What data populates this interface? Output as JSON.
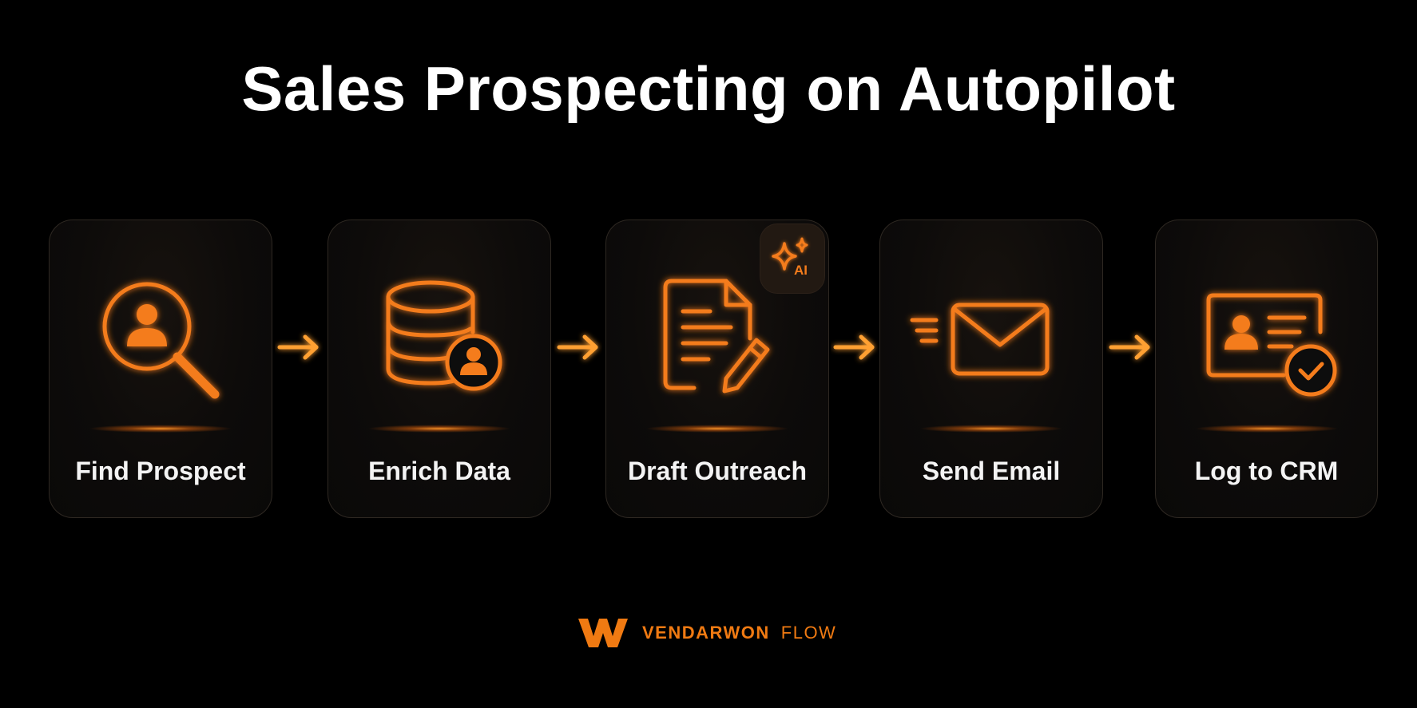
{
  "title": "Sales Prospecting on Autopilot",
  "steps": [
    {
      "label": "Find Prospect",
      "icon": "person-search-icon"
    },
    {
      "label": "Enrich Data",
      "icon": "database-user-icon"
    },
    {
      "label": "Draft Outreach",
      "icon": "document-pencil-icon",
      "badge": {
        "icon": "sparkle-icon",
        "text": "AI"
      }
    },
    {
      "label": "Send Email",
      "icon": "envelope-fast-icon"
    },
    {
      "label": "Log to CRM",
      "icon": "id-card-check-icon"
    }
  ],
  "connector_icon": "arrow-right-icon",
  "brand": {
    "logo_icon": "w-logo-icon",
    "name": "VENDARWON",
    "suffix": "FLOW"
  },
  "colors": {
    "background": "#000000",
    "accent": "#f47c1c",
    "card_border": "#2e2822",
    "text": "#ffffff"
  }
}
